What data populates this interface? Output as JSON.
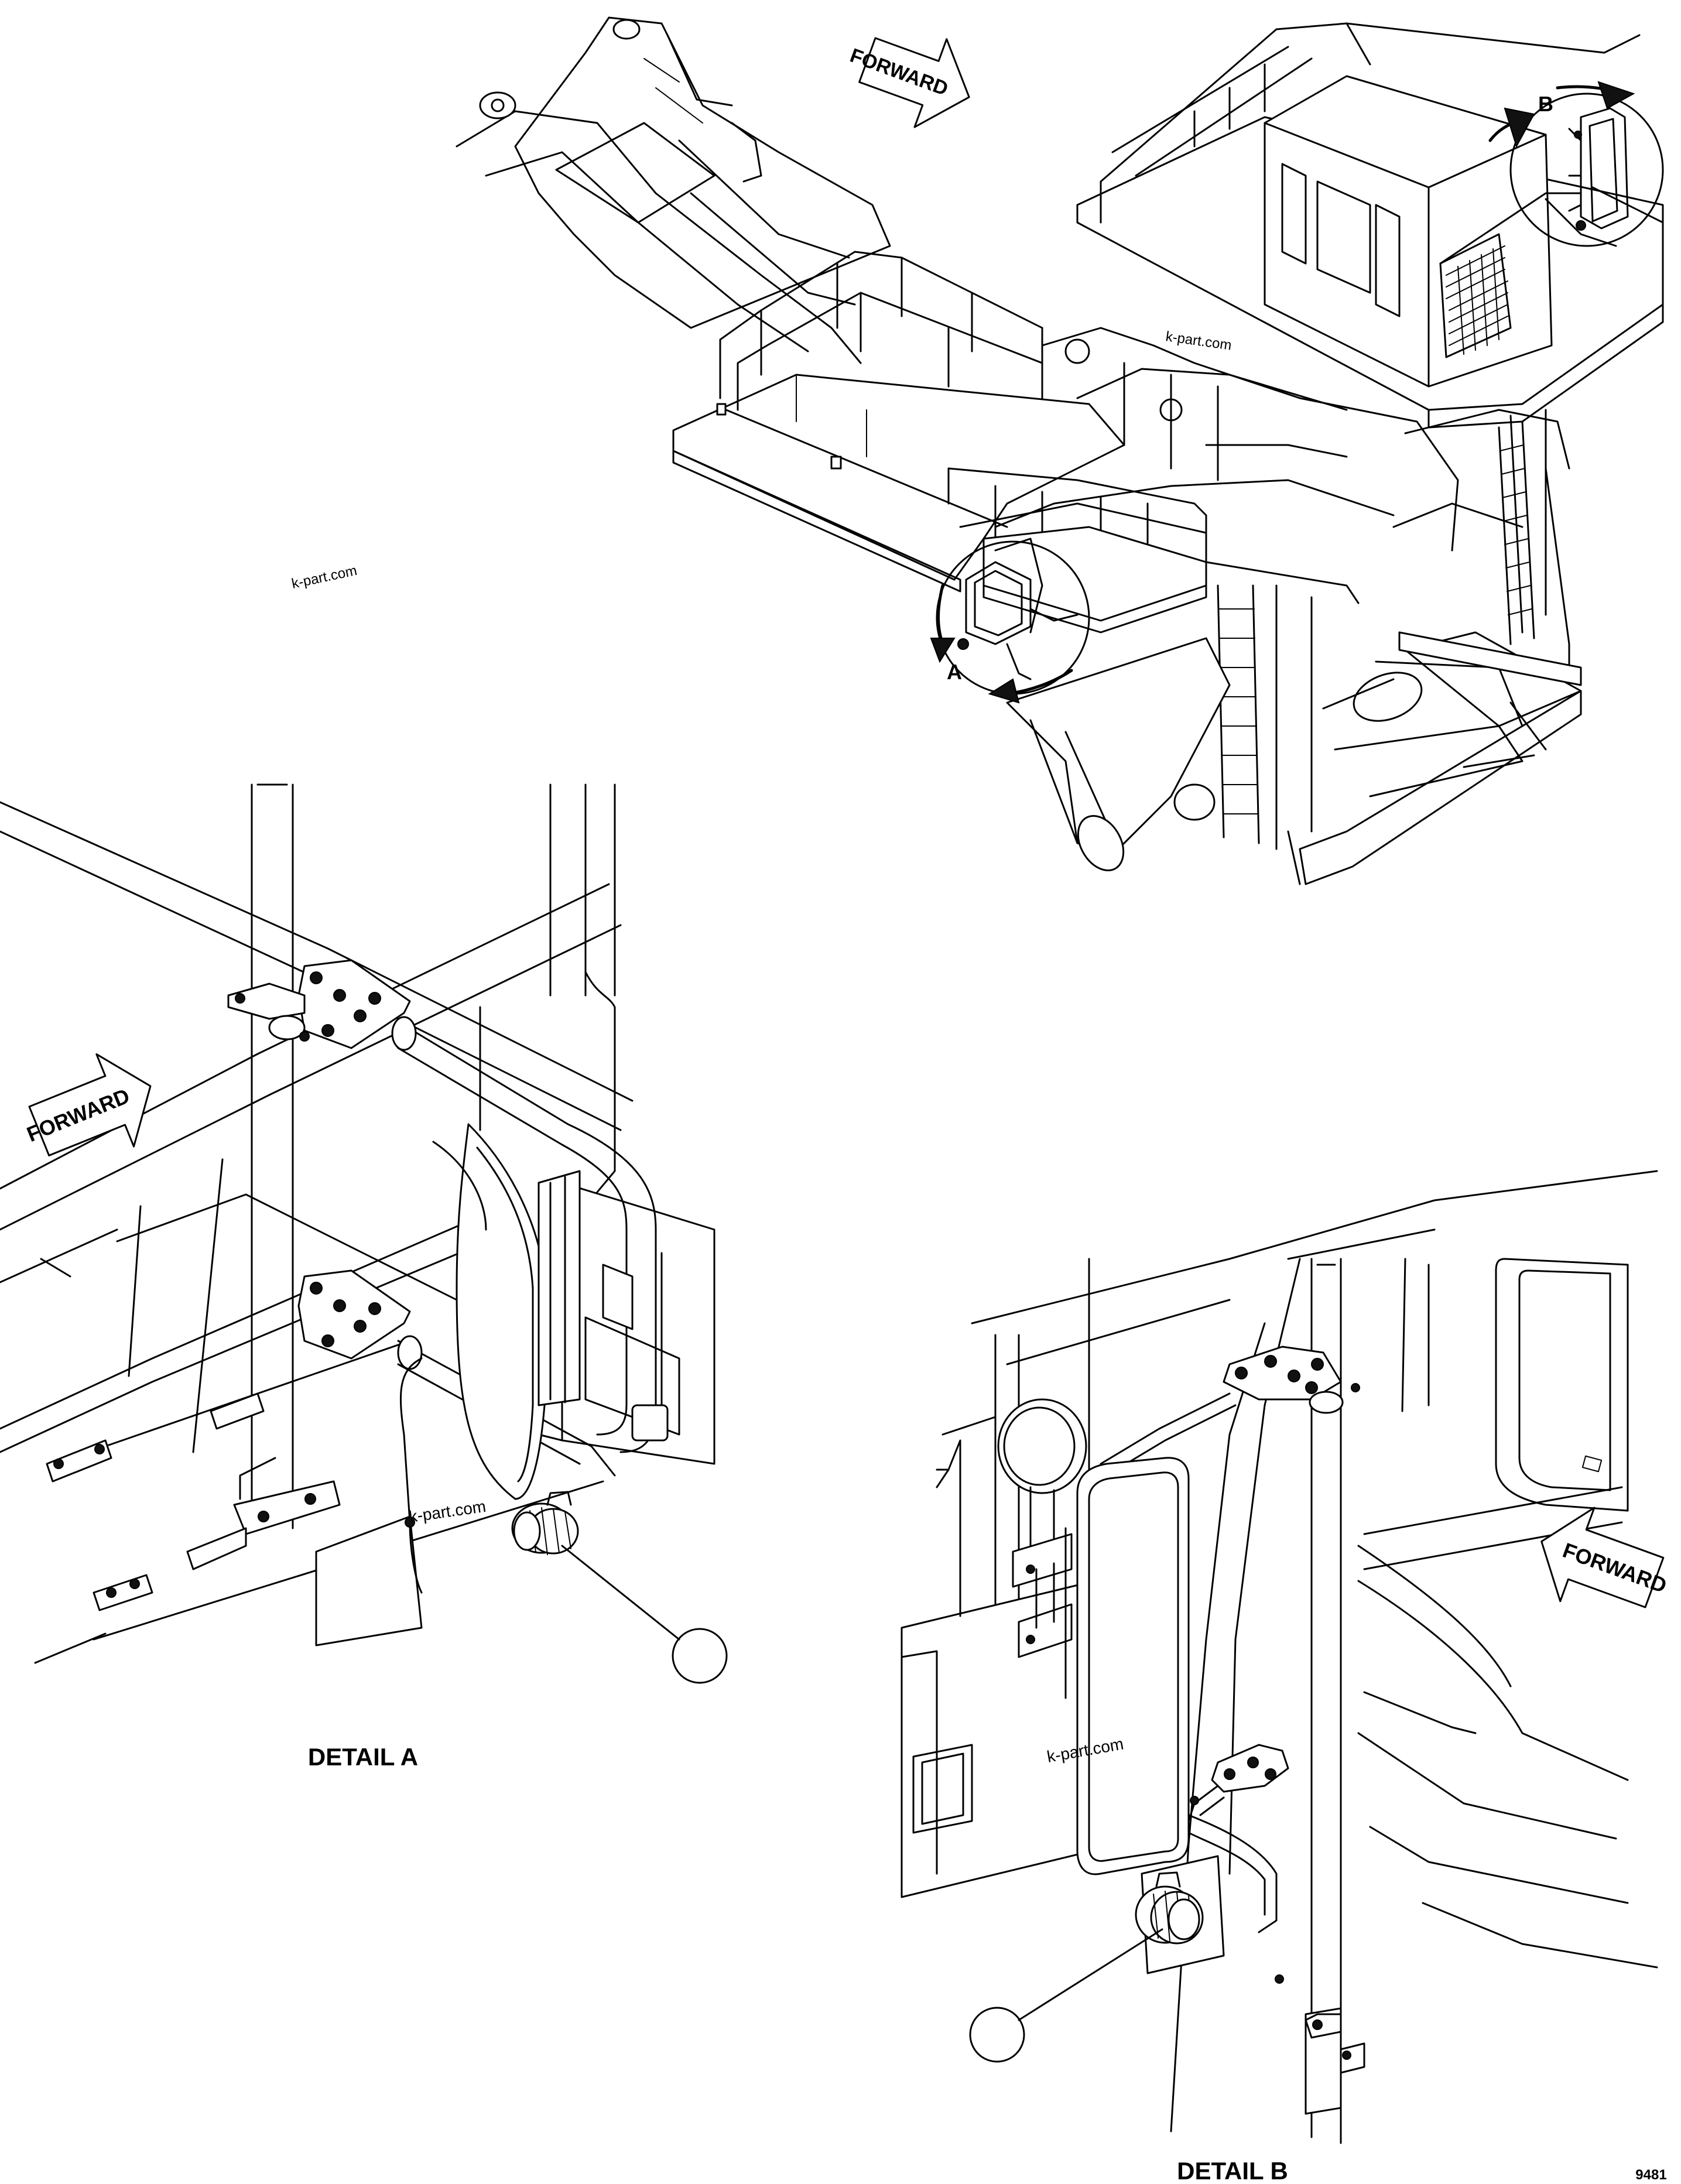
{
  "labels": {
    "forward_main": "FORWARD",
    "forward_detail_a": "FORWARD",
    "forward_detail_b": "FORWARD",
    "callout_a": "A",
    "callout_b": "B",
    "detail_a_title": "DETAIL A",
    "detail_b_title": "DETAIL B",
    "drawing_number": "9481"
  },
  "watermarks": [
    "k-part.com",
    "k-part.com",
    "k-part.com",
    "k-part.com"
  ]
}
